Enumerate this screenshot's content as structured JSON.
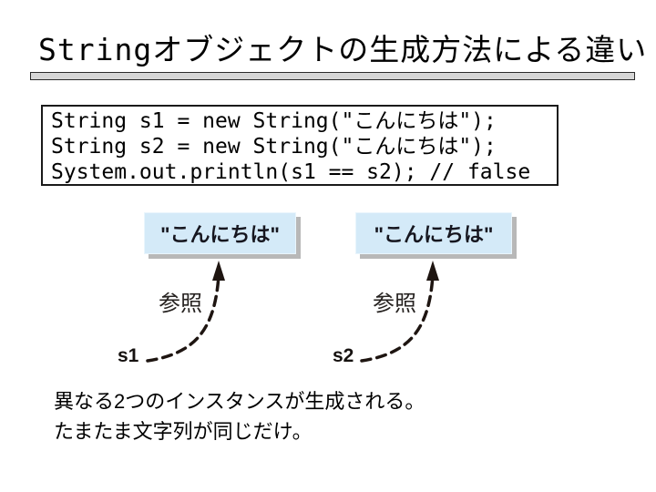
{
  "slide": {
    "title": "Stringオブジェクトの生成方法による違い",
    "code": {
      "lines": [
        "String s1 = new String(\"こんにちは\");",
        "String s2 = new String(\"こんにちは\");",
        "System.out.println(s1 == s2); // false"
      ]
    },
    "diagram": {
      "instances": [
        {
          "value": "\"こんにちは\"",
          "var_name": "s1",
          "ref_label": "参照"
        },
        {
          "value": "\"こんにちは\"",
          "var_name": "s2",
          "ref_label": "参照"
        }
      ]
    },
    "notes": [
      "異なる2つのインスタンスが生成される。",
      "たまたま文字列が同じだけ。"
    ],
    "colors": {
      "instance_box_fill": "#d4eaf8",
      "instance_box_shadow": "#b8b8b8",
      "title_rule_fill": "#d6d6d6",
      "arrow": "#1e1511",
      "text": "#000000"
    }
  }
}
